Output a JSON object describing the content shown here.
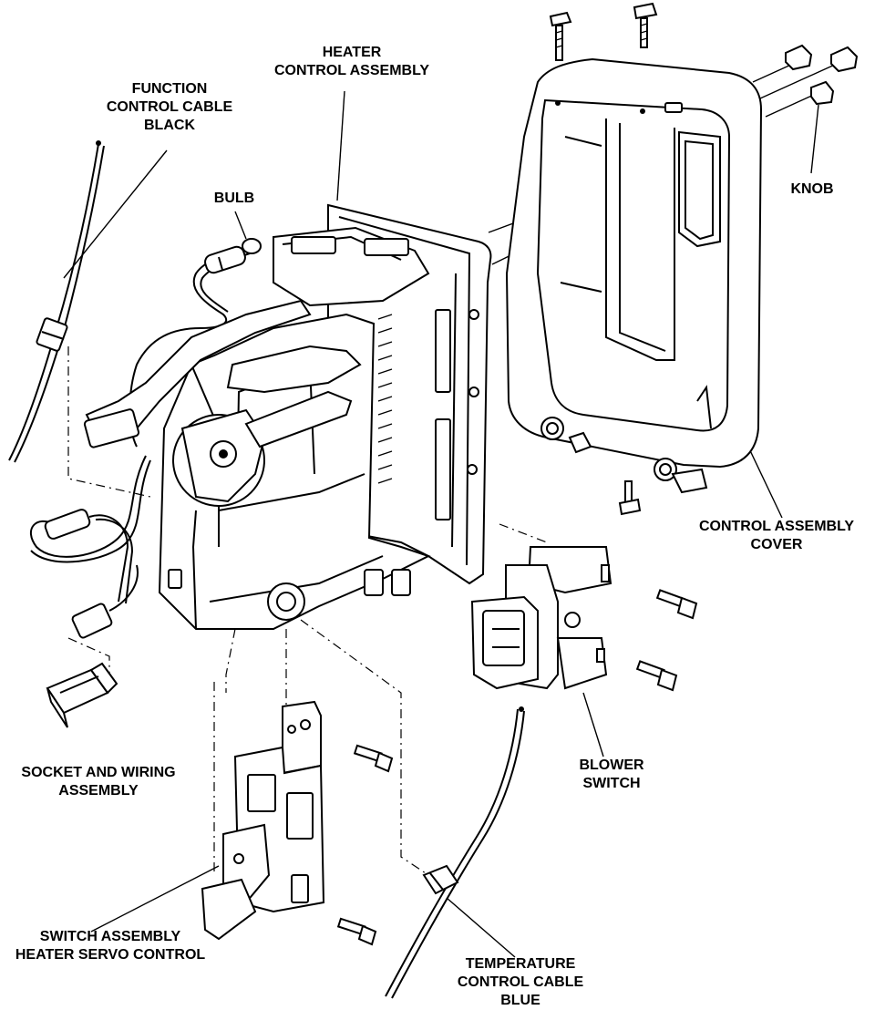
{
  "labels": {
    "heater_control": [
      "HEATER",
      "CONTROL ASSEMBLY"
    ],
    "function_cable": [
      "FUNCTION",
      "CONTROL CABLE",
      "BLACK"
    ],
    "bulb": [
      "BULB"
    ],
    "knob": [
      "KNOB"
    ],
    "cover": [
      "CONTROL ASSEMBLY",
      "COVER"
    ],
    "socket": [
      "SOCKET AND WIRING",
      "ASSEMBLY"
    ],
    "blower": [
      "BLOWER",
      "SWITCH"
    ],
    "switch_servo": [
      "SWITCH ASSEMBLY",
      "HEATER SERVO CONTROL"
    ],
    "temp_cable": [
      "TEMPERATURE",
      "CONTROL CABLE",
      "BLUE"
    ]
  }
}
